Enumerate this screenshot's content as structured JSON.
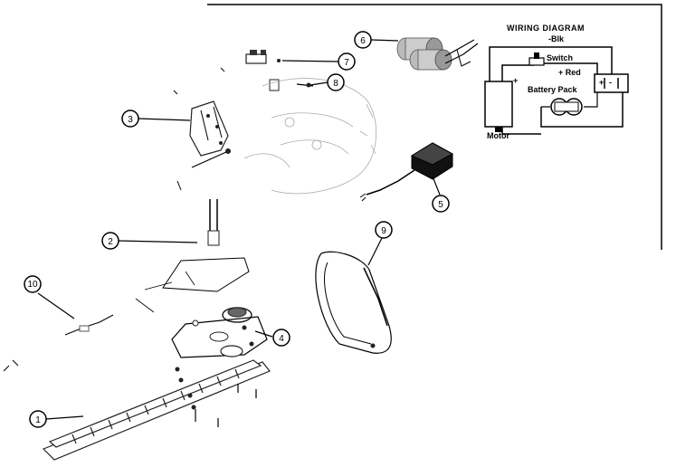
{
  "callouts": [
    {
      "id": "callout-1",
      "label": "1"
    },
    {
      "id": "callout-2",
      "label": "2"
    },
    {
      "id": "callout-3",
      "label": "3"
    },
    {
      "id": "callout-4",
      "label": "4"
    },
    {
      "id": "callout-5",
      "label": "5"
    },
    {
      "id": "callout-6",
      "label": "6"
    },
    {
      "id": "callout-7",
      "label": "7"
    },
    {
      "id": "callout-8",
      "label": "8"
    },
    {
      "id": "callout-9",
      "label": "9"
    },
    {
      "id": "callout-10",
      "label": "10"
    }
  ],
  "wiring_diagram": {
    "title": "WIRING DIAGRAM",
    "blk": "-Blk",
    "switch": "Switch",
    "red": "+ Red",
    "battery_pack": "Battery Pack",
    "motor": "Motor",
    "plus": "+",
    "minus": "-"
  }
}
